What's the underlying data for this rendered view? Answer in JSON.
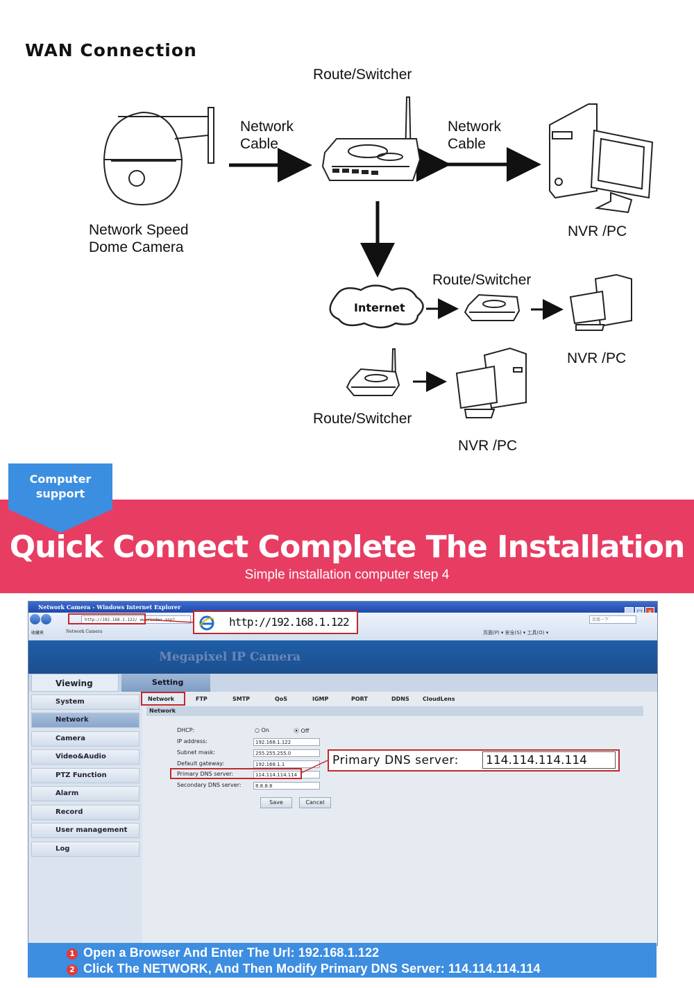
{
  "diagram": {
    "title": "WAN Connection",
    "route_top": "Route/Switcher",
    "network_cable_left": [
      "Network",
      "Cable"
    ],
    "network_cable_right": [
      "Network",
      "Cable"
    ],
    "camera_label": [
      "Network Speed",
      "Dome Camera"
    ],
    "nvr_pc": "NVR /PC",
    "internet": "Internet",
    "route_mid": "Route/Switcher",
    "nvr_pc_mid": "NVR /PC",
    "route_bottom": "Route/Switcher",
    "nvr_pc_bottom": "NVR /PC"
  },
  "banner": {
    "ribbon": [
      "Computer",
      "support"
    ],
    "title": "Quick Connect Complete The Installation",
    "subtitle": "Simple installation computer step 4"
  },
  "browser": {
    "window_title": "Network Camera - Windows Internet Explorer",
    "address_small": "http://192.168.1.122/ www/index.asp?",
    "address_big": "http://192.168.1.122",
    "tab_title": "Network Camera",
    "favorites": "收藏夹",
    "search_placeholder": "百度一下",
    "right_tools": "页面(P) ▾  安全(S) ▾  工具(O) ▾"
  },
  "camera_ui": {
    "brand": "Megapixel IP Camera",
    "tab_viewing": "Viewing",
    "tab_setting": "Setting",
    "sidebar": [
      "System",
      "Network",
      "Camera",
      "Video&Audio",
      "PTZ Function",
      "Alarm",
      "Record",
      "User management",
      "Log"
    ],
    "sidebar_active": "Network",
    "subtabs": [
      "Network",
      "FTP",
      "SMTP",
      "QoS",
      "IGMP",
      "PORT",
      "DDNS",
      "CloudLens"
    ],
    "section": "Network",
    "form": {
      "dhcp_label": "DHCP:",
      "dhcp_on": "On",
      "dhcp_off": "Off",
      "dhcp_selected": "Off",
      "ip_label": "IP address:",
      "ip_value": "192.168.1.122",
      "subnet_label": "Subnet mask:",
      "subnet_value": "255.255.255.0",
      "gateway_label": "Default gateway:",
      "gateway_value": "192.168.1.1",
      "dns1_label": "Primary DNS server:",
      "dns1_value": "114.114.114.114",
      "dns2_label": "Secondary DNS server:",
      "dns2_value": "8.8.8.8"
    },
    "save": "Save",
    "cancel": "Cancel"
  },
  "callout": {
    "label": "Primary DNS server:",
    "value": "114.114.114.114"
  },
  "steps": [
    {
      "num": "1",
      "text": "Open a Browser And Enter The Url: 192.168.1.122"
    },
    {
      "num": "2",
      "text": "Click The NETWORK, And Then Modify Primary DNS Server: 114.114.114.114"
    }
  ]
}
